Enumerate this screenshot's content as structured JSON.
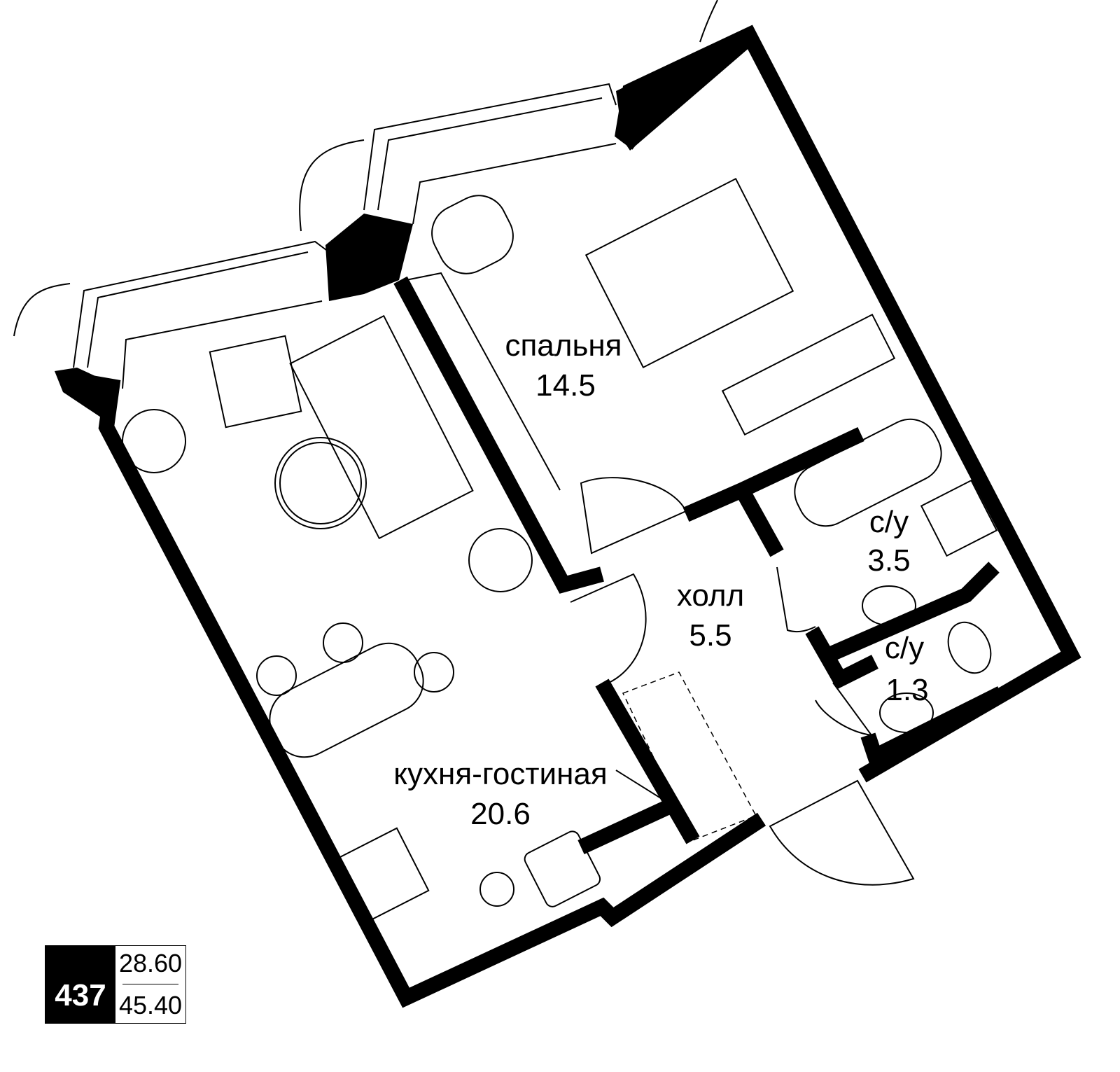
{
  "plan": {
    "rooms": [
      {
        "name": "спальня",
        "area": "14.5"
      },
      {
        "name": "холл",
        "area": "5.5"
      },
      {
        "name": "кухня-гостиная",
        "area": "20.6"
      },
      {
        "name": "с/у",
        "area": "3.5"
      },
      {
        "name": "с/у",
        "area": "1.3"
      }
    ]
  },
  "badge": {
    "apartment_number": "437",
    "living_area": "28.60",
    "total_area": "45.40"
  }
}
